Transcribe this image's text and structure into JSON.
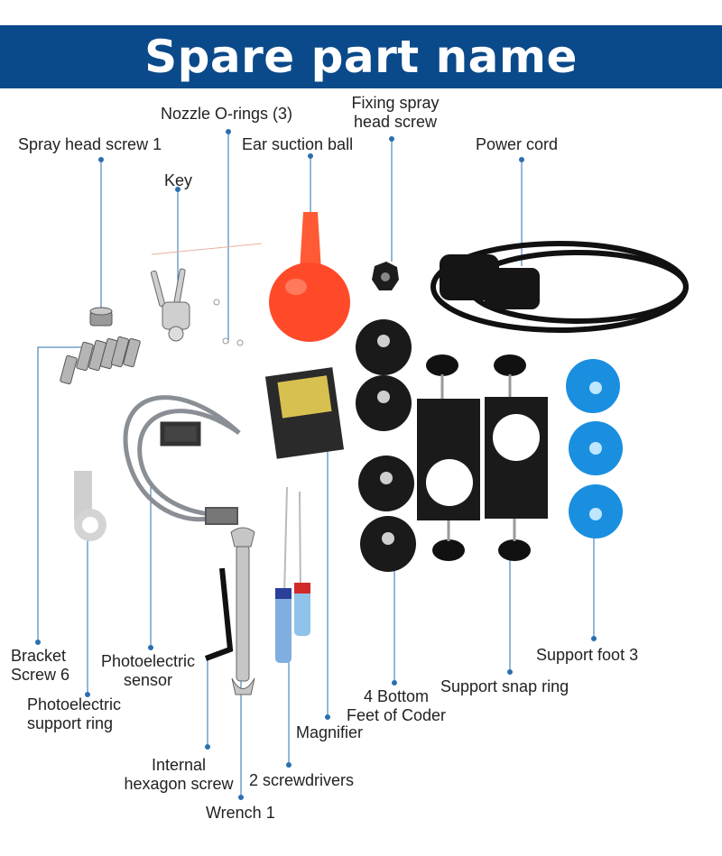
{
  "banner": {
    "title": "Spare part name"
  },
  "labels": {
    "nozzle_orings": "Nozzle O-rings (3)",
    "fixing_spray_l1": "Fixing spray",
    "fixing_spray_l2": "head screw",
    "spray_head_screw": "Spray head screw 1",
    "ear_suction_ball": "Ear suction ball",
    "power_cord": "Power cord",
    "key": "Key",
    "bracket_l1": "Bracket",
    "bracket_l2": "Screw 6",
    "photo_sensor_l1": "Photoelectric",
    "photo_sensor_l2": "sensor",
    "photo_ring_l1": "Photoelectric",
    "photo_ring_l2": "support ring",
    "bottom_feet_l1": "4 Bottom",
    "bottom_feet_l2": "Feet of Coder",
    "support_snap_ring": "Support snap ring",
    "support_foot": "Support foot 3",
    "magnifier": "Magnifier",
    "internal_hex_l1": "Internal",
    "internal_hex_l2": "hexagon screw",
    "screwdrivers": "2 screwdrivers",
    "wrench": "Wrench 1"
  },
  "colors": {
    "banner": "#0a4a8a",
    "leader_line": "#2a6fb0",
    "suction_ball": "#ff4a2a",
    "support_foot": "#1a8fe0"
  }
}
